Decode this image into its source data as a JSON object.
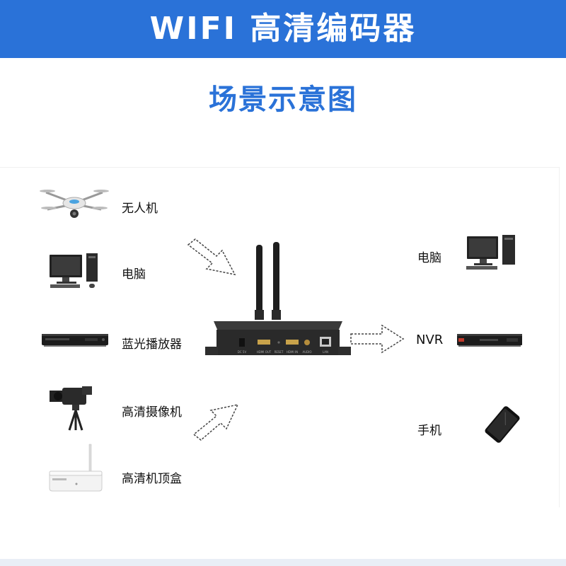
{
  "header": {
    "title": "WIFI 高清编码器"
  },
  "subtitle": "场景示意图",
  "colors": {
    "brand_blue": "#2a72d8",
    "device_dark": "#2a2a2a"
  },
  "inputs": [
    {
      "label": "无人机",
      "icon": "drone-icon"
    },
    {
      "label": "电脑",
      "icon": "desktop-computer-icon"
    },
    {
      "label": "蓝光播放器",
      "icon": "bluray-player-icon"
    },
    {
      "label": "高清摄像机",
      "icon": "video-camera-icon"
    },
    {
      "label": "高清机顶盒",
      "icon": "set-top-box-icon"
    }
  ],
  "outputs": [
    {
      "label": "电脑",
      "icon": "desktop-computer-icon"
    },
    {
      "label": "NVR",
      "icon": "nvr-recorder-icon"
    },
    {
      "label": "手机",
      "icon": "smartphone-icon"
    }
  ],
  "encoder": {
    "ports": [
      "DC 5V",
      "HDMI OUT",
      "RESET",
      "HDMI IN",
      "AUDIO",
      "LAN"
    ]
  }
}
